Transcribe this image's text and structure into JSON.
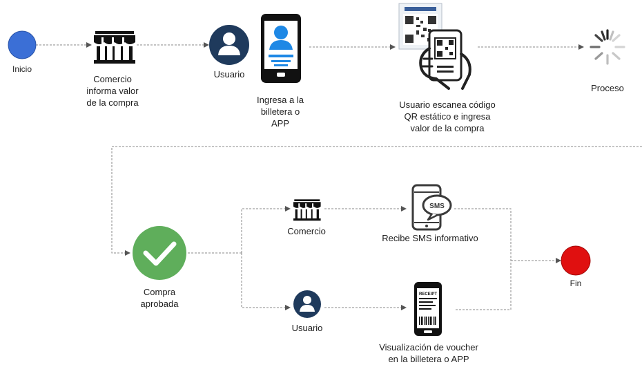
{
  "nodes": {
    "inicio": "Inicio",
    "comercio_informa": [
      "Comercio",
      "informa valor",
      "de la compra"
    ],
    "usuario_top": "Usuario",
    "ingresa": [
      "Ingresa a la",
      "billetera o",
      "APP"
    ],
    "escanea": [
      "Usuario escanea  código",
      "QR estático e ingresa",
      "valor de la compra"
    ],
    "proceso": "Proceso",
    "compra_aprobada": [
      "Compra",
      "aprobada"
    ],
    "comercio_bottom": "Comercio",
    "recibe_sms": "Recibe SMS informativo",
    "usuario_bottom": "Usuario",
    "voucher": [
      "Visualización de voucher",
      "en la billetera o APP"
    ],
    "fin": "Fin"
  },
  "icon_text": {
    "sms": "SMS",
    "receipt": "RECEIPT"
  },
  "colors": {
    "start": "#3b6fd6",
    "end": "#e01010",
    "approved": "#5fae5b",
    "user_circle": "#1f3a5c",
    "phone_screen_person": "#1e88e5",
    "connector": "#8a8a8a"
  }
}
